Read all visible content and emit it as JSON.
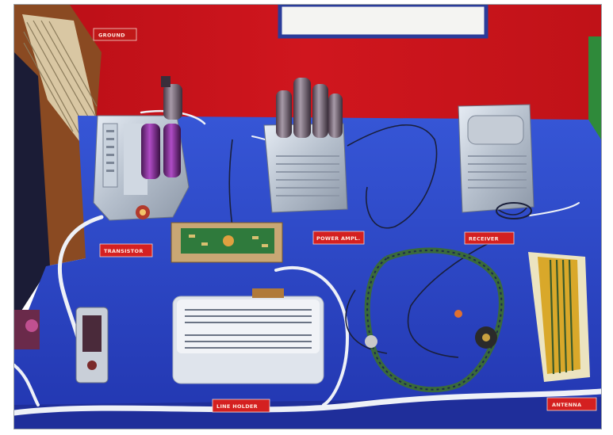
{
  "photo": {
    "subject": "Early transistor-era electronics display"
  },
  "labels": {
    "top_left": "GROUND",
    "transistor": "TRANSISTOR",
    "power_amp": "POWER AMPL.",
    "receiver": "RECEIVER",
    "line_holder": "LINE HOLDER",
    "antenna": "ANTENNA"
  },
  "colors": {
    "backdrop_red": "#c8141c",
    "table_blue": "#2a45c8",
    "label_red": "#d42020",
    "wire_white": "#eef1f7",
    "frame_border": "#9aa0a6"
  }
}
